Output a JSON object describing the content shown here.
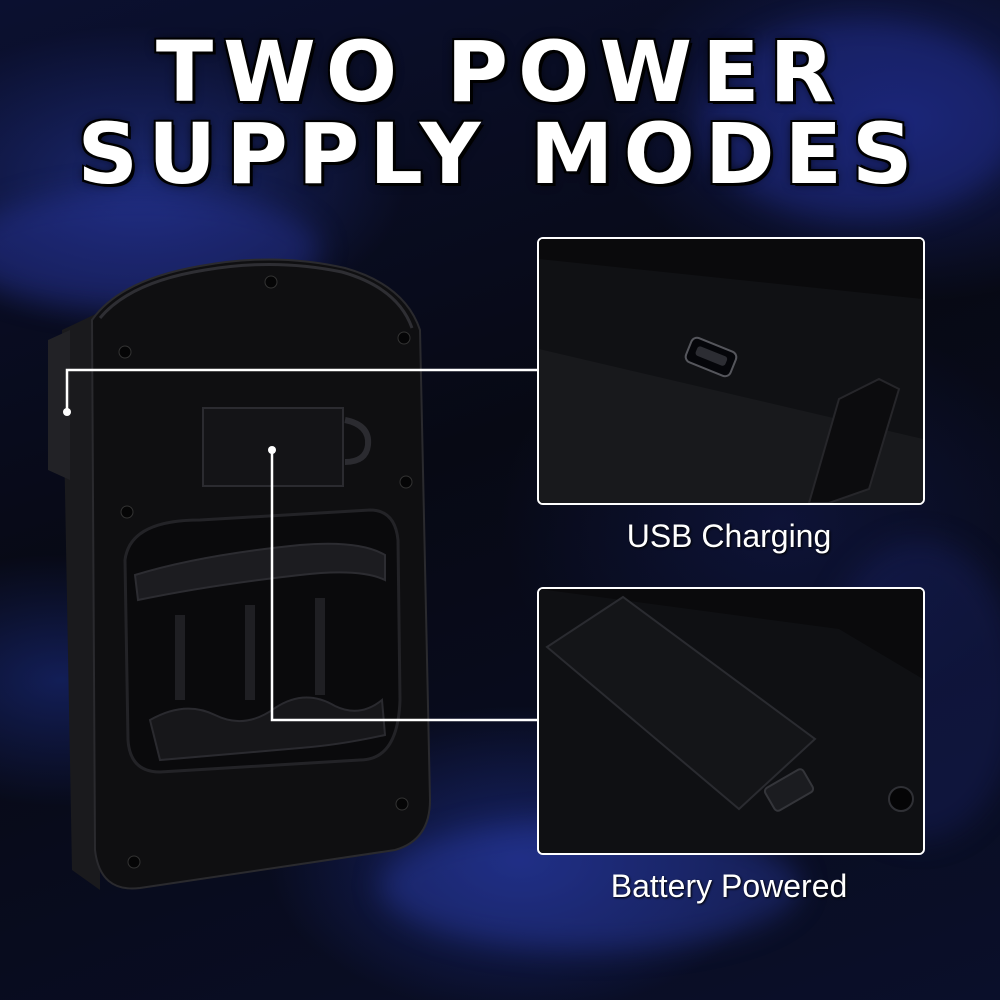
{
  "title": {
    "line1": "TWO POWER",
    "line2": "SUPPLY MODES"
  },
  "features": [
    {
      "label": "USB Charging",
      "icon": "micro-usb-port-icon"
    },
    {
      "label": "Battery Powered",
      "icon": "battery-compartment-icon"
    }
  ],
  "colors": {
    "text": "#ffffff",
    "device": "#0d0d0f",
    "background_accent": "#2a3aa8"
  }
}
